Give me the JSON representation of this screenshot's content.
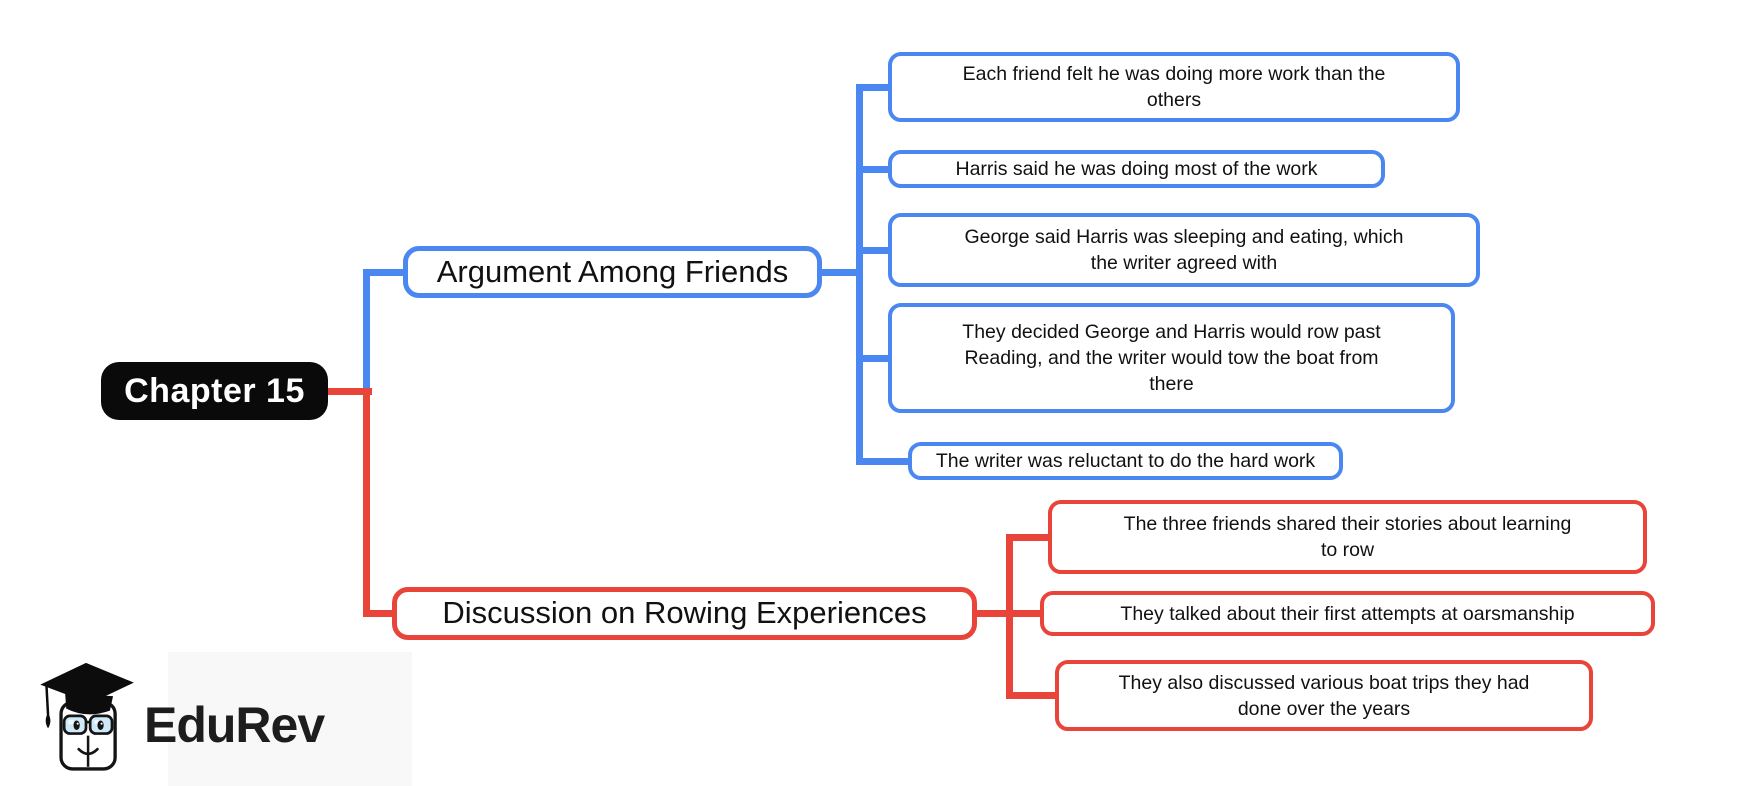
{
  "diagram": {
    "root": {
      "label": "Chapter 15"
    },
    "branches": [
      {
        "label": "Argument Among Friends",
        "children": [
          {
            "label": "Each friend felt he was doing more work than the others"
          },
          {
            "label": "Harris said he was doing most of the work"
          },
          {
            "label": "George said Harris was sleeping and eating, which the writer agreed with"
          },
          {
            "label": "They decided George and Harris would row past Reading, and the writer would tow the boat from there"
          },
          {
            "label": "The writer was reluctant to do the hard work"
          }
        ]
      },
      {
        "label": "Discussion on Rowing Experiences",
        "children": [
          {
            "label": "The three friends shared their stories about learning to row"
          },
          {
            "label": "They talked about their first attempts at oarsmanship"
          },
          {
            "label": "They also discussed various boat trips they had done over the years"
          }
        ]
      }
    ]
  },
  "colors": {
    "branch_blue": "#4B87F0",
    "branch_red": "#E8443A",
    "root_bg": "#0A0A0A",
    "node_text": "#111111",
    "root_text": "#FFFFFF"
  },
  "logo": {
    "brand": "EduRev",
    "icon": "edurev-mascot-icon"
  }
}
